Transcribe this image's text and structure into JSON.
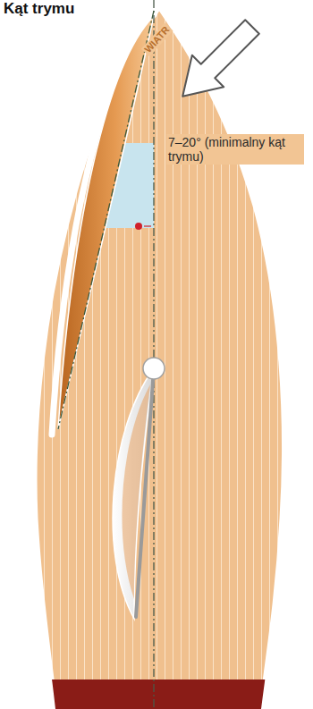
{
  "diagram": {
    "title": "Kąt trymu",
    "labels": [
      "WIATR",
      "7–20° (minimalny kąt trymu)"
    ]
  }
}
